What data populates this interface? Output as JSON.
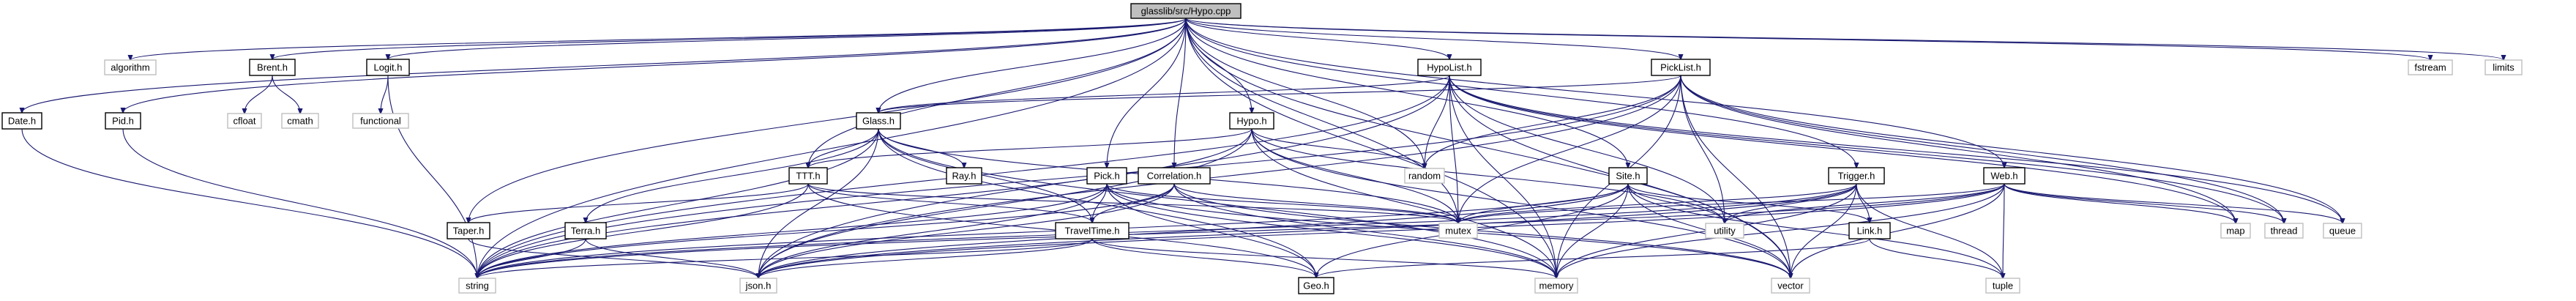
{
  "diagram": {
    "type": "include-dependency-graph",
    "colors": {
      "edge": "#191970",
      "root_fill": "#bfbfbf",
      "node_border": "#000000",
      "external_border": "#bfbfbf",
      "background": "#ffffff"
    },
    "nodes": [
      {
        "id": "root",
        "label": "glasslib/src/Hypo.cpp",
        "kind": "root"
      },
      {
        "id": "date_h",
        "label": "Date.h",
        "kind": "documented"
      },
      {
        "id": "algorithm",
        "label": "algorithm",
        "kind": "external"
      },
      {
        "id": "pid_h",
        "label": "Pid.h",
        "kind": "documented"
      },
      {
        "id": "brent_h",
        "label": "Brent.h",
        "kind": "documented"
      },
      {
        "id": "cfloat",
        "label": "cfloat",
        "kind": "external"
      },
      {
        "id": "cmath",
        "label": "cmath",
        "kind": "external"
      },
      {
        "id": "logit_h",
        "label": "Logit.h",
        "kind": "documented"
      },
      {
        "id": "functional",
        "label": "functional",
        "kind": "external"
      },
      {
        "id": "glass_h",
        "label": "Glass.h",
        "kind": "documented"
      },
      {
        "id": "ray_h",
        "label": "Ray.h",
        "kind": "documented"
      },
      {
        "id": "ttt_h",
        "label": "TTT.h",
        "kind": "documented"
      },
      {
        "id": "terra_h",
        "label": "Terra.h",
        "kind": "documented"
      },
      {
        "id": "taper_h",
        "label": "Taper.h",
        "kind": "documented"
      },
      {
        "id": "hypo_h",
        "label": "Hypo.h",
        "kind": "documented"
      },
      {
        "id": "hypolist_h",
        "label": "HypoList.h",
        "kind": "documented"
      },
      {
        "id": "picklist_h",
        "label": "PickList.h",
        "kind": "documented"
      },
      {
        "id": "pick_h",
        "label": "Pick.h",
        "kind": "documented"
      },
      {
        "id": "correlation_h",
        "label": "Correlation.h",
        "kind": "documented"
      },
      {
        "id": "traveltime_h",
        "label": "TravelTime.h",
        "kind": "documented"
      },
      {
        "id": "geo_h",
        "label": "Geo.h",
        "kind": "documented"
      },
      {
        "id": "site_h",
        "label": "Site.h",
        "kind": "documented"
      },
      {
        "id": "trigger_h",
        "label": "Trigger.h",
        "kind": "documented"
      },
      {
        "id": "link_h",
        "label": "Link.h",
        "kind": "documented"
      },
      {
        "id": "web_h",
        "label": "Web.h",
        "kind": "documented"
      },
      {
        "id": "random",
        "label": "random",
        "kind": "external"
      },
      {
        "id": "mutex",
        "label": "mutex",
        "kind": "external"
      },
      {
        "id": "utility",
        "label": "utility",
        "kind": "external"
      },
      {
        "id": "map",
        "label": "map",
        "kind": "external"
      },
      {
        "id": "thread",
        "label": "thread",
        "kind": "external"
      },
      {
        "id": "queue",
        "label": "queue",
        "kind": "external"
      },
      {
        "id": "fstream",
        "label": "fstream",
        "kind": "external"
      },
      {
        "id": "limits",
        "label": "limits",
        "kind": "external"
      },
      {
        "id": "string",
        "label": "string",
        "kind": "external"
      },
      {
        "id": "json_h",
        "label": "json.h",
        "kind": "external"
      },
      {
        "id": "memory",
        "label": "memory",
        "kind": "external"
      },
      {
        "id": "vector",
        "label": "vector",
        "kind": "external"
      },
      {
        "id": "tuple",
        "label": "tuple",
        "kind": "external"
      }
    ],
    "edges": [
      [
        "root",
        "date_h"
      ],
      [
        "root",
        "algorithm"
      ],
      [
        "root",
        "pid_h"
      ],
      [
        "root",
        "brent_h"
      ],
      [
        "root",
        "logit_h"
      ],
      [
        "root",
        "glass_h"
      ],
      [
        "root",
        "ttt_h"
      ],
      [
        "root",
        "taper_h"
      ],
      [
        "root",
        "hypo_h"
      ],
      [
        "root",
        "hypolist_h"
      ],
      [
        "root",
        "picklist_h"
      ],
      [
        "root",
        "pick_h"
      ],
      [
        "root",
        "correlation_h"
      ],
      [
        "root",
        "site_h"
      ],
      [
        "root",
        "trigger_h"
      ],
      [
        "root",
        "web_h"
      ],
      [
        "root",
        "random"
      ],
      [
        "root",
        "mutex"
      ],
      [
        "root",
        "fstream"
      ],
      [
        "root",
        "limits"
      ],
      [
        "root",
        "string"
      ],
      [
        "root",
        "memory"
      ],
      [
        "root",
        "vector"
      ],
      [
        "date_h",
        "string"
      ],
      [
        "pid_h",
        "string"
      ],
      [
        "brent_h",
        "cfloat"
      ],
      [
        "brent_h",
        "cmath"
      ],
      [
        "logit_h",
        "functional"
      ],
      [
        "logit_h",
        "string"
      ],
      [
        "glass_h",
        "ray_h"
      ],
      [
        "glass_h",
        "ttt_h"
      ],
      [
        "glass_h",
        "terra_h"
      ],
      [
        "glass_h",
        "geo_h"
      ],
      [
        "glass_h",
        "mutex"
      ],
      [
        "glass_h",
        "string"
      ],
      [
        "glass_h",
        "json_h"
      ],
      [
        "glass_h",
        "memory"
      ],
      [
        "glass_h",
        "traveltime_h"
      ],
      [
        "ttt_h",
        "taper_h"
      ],
      [
        "ttt_h",
        "traveltime_h"
      ],
      [
        "ttt_h",
        "string"
      ],
      [
        "ttt_h",
        "mutex"
      ],
      [
        "ttt_h",
        "geo_h"
      ],
      [
        "terra_h",
        "string"
      ],
      [
        "terra_h",
        "json_h"
      ],
      [
        "taper_h",
        "json_h"
      ],
      [
        "hypo_h",
        "ttt_h"
      ],
      [
        "hypo_h",
        "random"
      ],
      [
        "hypo_h",
        "mutex"
      ],
      [
        "hypo_h",
        "memory"
      ],
      [
        "hypo_h",
        "vector"
      ],
      [
        "hypo_h",
        "string"
      ],
      [
        "hypo_h",
        "json_h"
      ],
      [
        "hypo_h",
        "utility"
      ],
      [
        "hypolist_h",
        "glass_h"
      ],
      [
        "hypolist_h",
        "random"
      ],
      [
        "hypolist_h",
        "mutex"
      ],
      [
        "hypolist_h",
        "memory"
      ],
      [
        "hypolist_h",
        "utility"
      ],
      [
        "hypolist_h",
        "string"
      ],
      [
        "hypolist_h",
        "map"
      ],
      [
        "hypolist_h",
        "thread"
      ],
      [
        "hypolist_h",
        "queue"
      ],
      [
        "hypolist_h",
        "vector"
      ],
      [
        "hypolist_h",
        "json_h"
      ],
      [
        "picklist_h",
        "glass_h"
      ],
      [
        "picklist_h",
        "random"
      ],
      [
        "picklist_h",
        "mutex"
      ],
      [
        "picklist_h",
        "utility"
      ],
      [
        "picklist_h",
        "map"
      ],
      [
        "picklist_h",
        "thread"
      ],
      [
        "picklist_h",
        "queue"
      ],
      [
        "picklist_h",
        "vector"
      ],
      [
        "picklist_h",
        "memory"
      ],
      [
        "picklist_h",
        "json_h"
      ],
      [
        "picklist_h",
        "string"
      ],
      [
        "pick_h",
        "string"
      ],
      [
        "pick_h",
        "json_h"
      ],
      [
        "pick_h",
        "memory"
      ],
      [
        "pick_h",
        "vector"
      ],
      [
        "pick_h",
        "mutex"
      ],
      [
        "pick_h",
        "geo_h"
      ],
      [
        "pick_h",
        "traveltime_h"
      ],
      [
        "correlation_h",
        "string"
      ],
      [
        "correlation_h",
        "json_h"
      ],
      [
        "correlation_h",
        "memory"
      ],
      [
        "correlation_h",
        "mutex"
      ],
      [
        "correlation_h",
        "vector"
      ],
      [
        "correlation_h",
        "traveltime_h"
      ],
      [
        "traveltime_h",
        "string"
      ],
      [
        "traveltime_h",
        "json_h"
      ],
      [
        "traveltime_h",
        "geo_h"
      ],
      [
        "traveltime_h",
        "memory"
      ],
      [
        "site_h",
        "mutex"
      ],
      [
        "site_h",
        "utility"
      ],
      [
        "site_h",
        "link_h"
      ],
      [
        "site_h",
        "memory"
      ],
      [
        "site_h",
        "vector"
      ],
      [
        "site_h",
        "string"
      ],
      [
        "site_h",
        "json_h"
      ],
      [
        "site_h",
        "geo_h"
      ],
      [
        "site_h",
        "tuple"
      ],
      [
        "trigger_h",
        "link_h"
      ],
      [
        "trigger_h",
        "mutex"
      ],
      [
        "trigger_h",
        "utility"
      ],
      [
        "trigger_h",
        "memory"
      ],
      [
        "trigger_h",
        "vector"
      ],
      [
        "trigger_h",
        "tuple"
      ],
      [
        "trigger_h",
        "string"
      ],
      [
        "trigger_h",
        "json_h"
      ],
      [
        "link_h",
        "tuple"
      ],
      [
        "link_h",
        "geo_h"
      ],
      [
        "web_h",
        "mutex"
      ],
      [
        "web_h",
        "utility"
      ],
      [
        "web_h",
        "map"
      ],
      [
        "web_h",
        "thread"
      ],
      [
        "web_h",
        "queue"
      ],
      [
        "web_h",
        "memory"
      ],
      [
        "web_h",
        "vector"
      ],
      [
        "web_h",
        "tuple"
      ],
      [
        "web_h",
        "string"
      ],
      [
        "web_h",
        "json_h"
      ]
    ]
  }
}
